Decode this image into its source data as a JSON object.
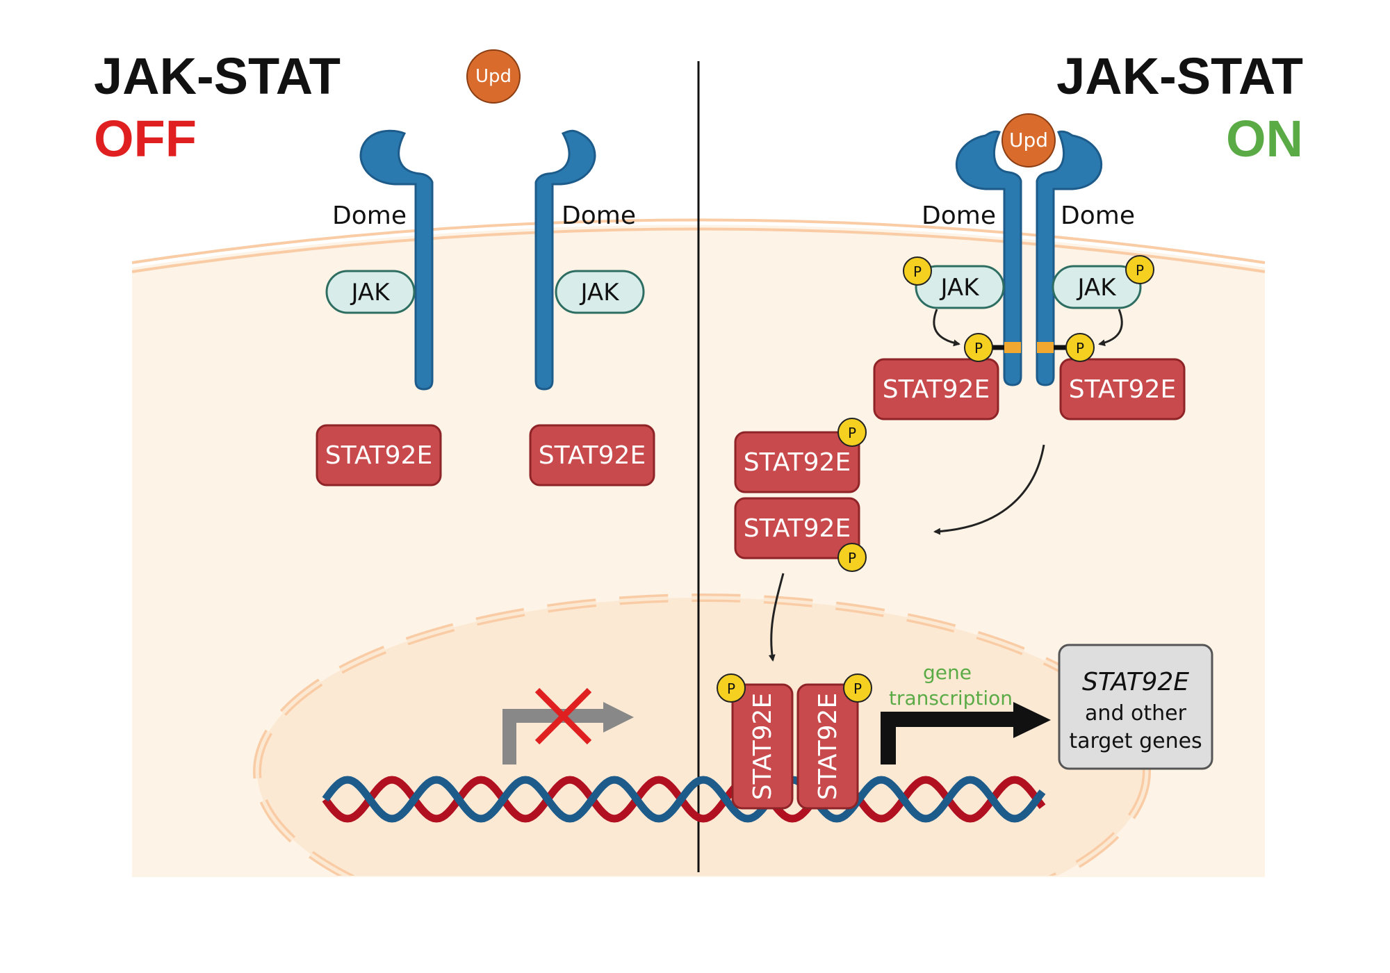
{
  "left_panel": {
    "title": "JAK-STAT",
    "state": "OFF",
    "ligand": "Upd",
    "receptor_labels": [
      "Dome",
      "Dome"
    ],
    "kinase_labels": [
      "JAK",
      "JAK"
    ],
    "stat_labels": [
      "STAT92E",
      "STAT92E"
    ]
  },
  "right_panel": {
    "title": "JAK-STAT",
    "state": "ON",
    "ligand": "Upd",
    "receptor_labels": [
      "Dome",
      "Dome"
    ],
    "kinase_labels": [
      "JAK",
      "JAK"
    ],
    "stat_labels": [
      "STAT92E",
      "STAT92E"
    ],
    "dimer_labels": [
      "STAT92E",
      "STAT92E"
    ],
    "bound_stat_labels": [
      "STAT92E",
      "STAT92E"
    ],
    "phospho_label": "P",
    "transcription_label_1": "gene",
    "transcription_label_2": "transcription",
    "target_box": {
      "gene": "STAT92E",
      "line2": "and other",
      "line3": "target genes"
    }
  },
  "colors": {
    "off": "#e02020",
    "on": "#5aab46",
    "receptor": "#2a7ab0",
    "stat": "#c94a4d",
    "jak": "#d8ede9",
    "phospho": "#f5d020",
    "ligand": "#d96c2c",
    "cell": "#fdf3e6",
    "nucleus": "#fce9d4",
    "dna_red": "#b01020",
    "dna_blue": "#1d5b8a"
  }
}
